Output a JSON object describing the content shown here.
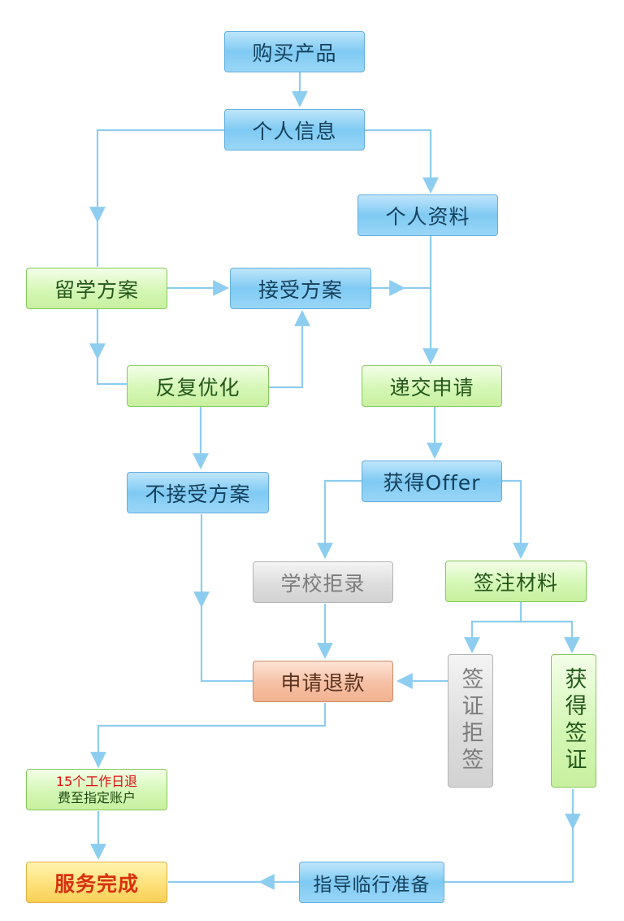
{
  "nodes": {
    "buy_product": "购买产品",
    "personal_info": "个人信息",
    "personal_docs": "个人资料",
    "study_plan": "留学方案",
    "accept_plan": "接受方案",
    "iterate": "反复优化",
    "submit_application": "递交申请",
    "get_offer": "获得Offer",
    "reject_plan": "不接受方案",
    "school_rejection": "学校拒录",
    "visa_materials": "签注材料",
    "visa_refused": "签证拒签",
    "visa_granted": "获得签证",
    "refund_request": "申请退款",
    "refund_line1": "15个工作日退",
    "refund_line2": "费至指定账户",
    "pre_departure": "指导临行准备",
    "service_done": "服务完成"
  },
  "colors": {
    "arrow": "#8dcdf0",
    "blue": "#7fcaf3",
    "green": "#d5f7b6",
    "gray": "#dddddd",
    "orange": "#f6c0a4",
    "yellow": "#fde17a"
  }
}
